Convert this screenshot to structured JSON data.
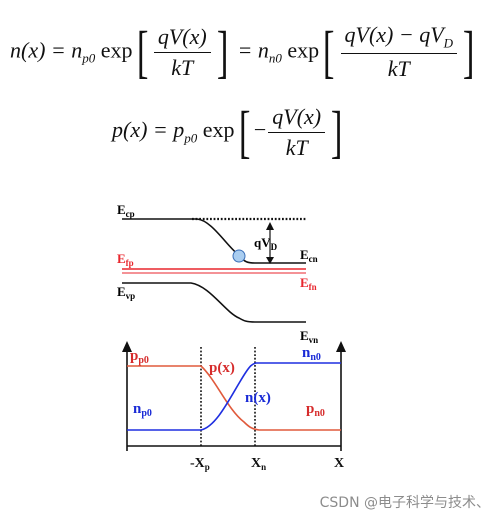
{
  "equations": {
    "n": {
      "lhs": "n(x) = n",
      "lhs_sub": "p0",
      "func": "exp",
      "num1": "qV(x)",
      "den1": "kT",
      "mid": "= n",
      "mid_sub": "n0",
      "func2": "exp",
      "num2": "qV(x) − qV",
      "num2_sub": "D",
      "den2": "kT"
    },
    "p": {
      "lhs": "p(x) = p",
      "lhs_sub": "p0",
      "func": "exp",
      "minus": "−",
      "num": "qV(x)",
      "den": "kT"
    }
  },
  "band": {
    "labels": {
      "Ecp": "E",
      "Ecp_sub": "cp",
      "Efp": "E",
      "Efp_sub": "fp",
      "Evp": "E",
      "Evp_sub": "vp",
      "Ecn": "E",
      "Ecn_sub": "cn",
      "Efn": "E",
      "Efn_sub": "fn",
      "Evn": "E",
      "Evn_sub": "vn",
      "qVD": "qV",
      "qVD_sub": "D"
    },
    "colors": {
      "line": "#111111",
      "fermi": "#e8262d",
      "electron": "#a9cdf0",
      "electron_stroke": "#3a6fb8"
    }
  },
  "conc": {
    "labels": {
      "pp0": "p",
      "pp0_sub": "p0",
      "nn0": "n",
      "nn0_sub": "n0",
      "np0": "n",
      "np0_sub": "p0",
      "pn0": "p",
      "pn0_sub": "n0",
      "px": "p(x)",
      "nx": "n(x)",
      "xp": "-X",
      "xp_sub": "p",
      "xn": "X",
      "xn_sub": "n",
      "x": "X"
    },
    "colors": {
      "p": "#e05a3c",
      "n": "#1f2fe0",
      "p_label": "#d62c2c",
      "n_label": "#1a2bd6",
      "axis": "#111111"
    }
  },
  "watermark": "CSDN @电子科学与技术、"
}
